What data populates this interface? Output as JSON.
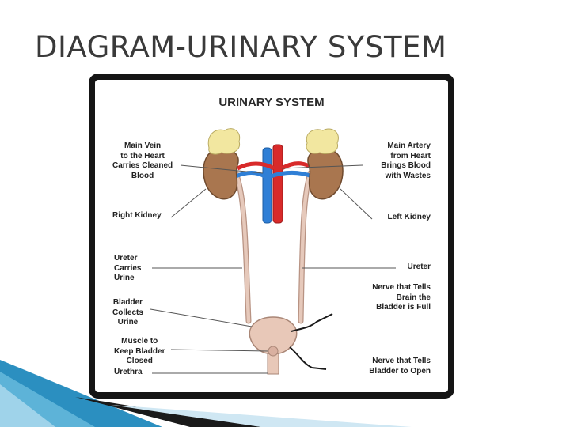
{
  "slide": {
    "title": "DIAGRAM-URINARY SYSTEM"
  },
  "diagram": {
    "heading": "URINARY SYSTEM",
    "labels": {
      "main_vein": [
        "Main Vein",
        "to the Heart",
        "Carries Cleaned",
        "Blood"
      ],
      "right_kidney": [
        "Right Kidney"
      ],
      "ureter_left": [
        "Ureter",
        "Carries",
        "Urine"
      ],
      "bladder": [
        "Bladder",
        "Collects",
        "Urine"
      ],
      "muscle": [
        "Muscle to",
        "Keep Bladder",
        "Closed"
      ],
      "urethra": [
        "Urethra"
      ],
      "main_artery": [
        "Main Artery",
        "from Heart",
        "Brings Blood",
        "with Wastes"
      ],
      "left_kidney": [
        "Left Kidney"
      ],
      "ureter_right": [
        "Ureter"
      ],
      "nerve_full": [
        "Nerve that Tells",
        "Brain the",
        "Bladder is Full"
      ],
      "nerve_open": [
        "Nerve that Tells",
        "Bladder to Open"
      ]
    },
    "colors": {
      "vein": "#2f7fd6",
      "artery": "#d82a2a",
      "kidney": "#a9764f",
      "adrenal": "#f2e7a0",
      "ureter": "#e6c9bb",
      "bladder": "#e8c8b8"
    }
  }
}
